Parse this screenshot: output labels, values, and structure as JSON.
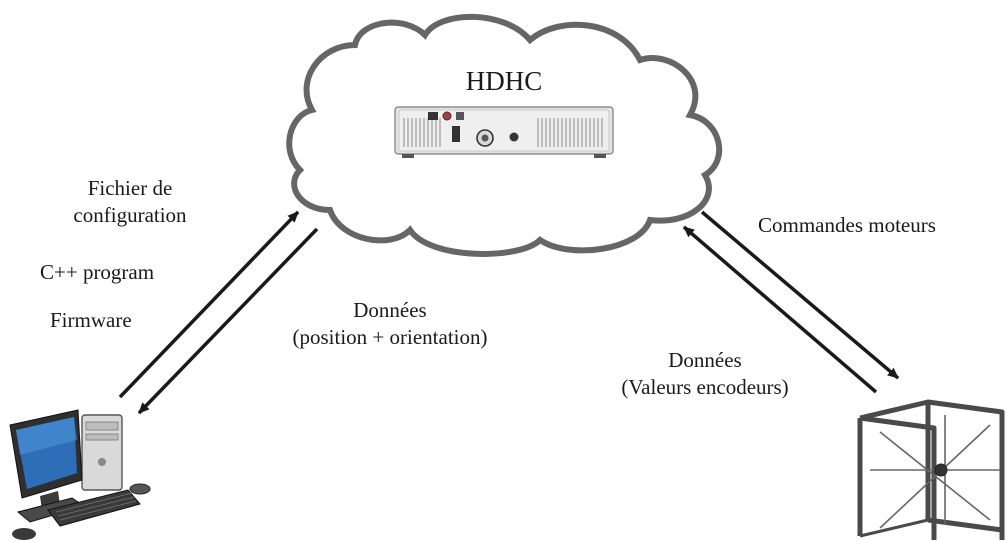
{
  "cloud": {
    "title": "HDHC"
  },
  "labels": {
    "host_uploads": [
      "Fichier de",
      "configuration",
      "C++ program",
      "Firmware"
    ],
    "host_downloads": [
      "Données",
      "(position + orientation)"
    ],
    "device_commands": "Commandes moteurs",
    "device_data": [
      "Données",
      "(Valeurs encodeurs)"
    ]
  },
  "colors": {
    "ink": "#1a1a1a",
    "cloud_stroke": "#666666",
    "device_body": "#e3e3e3",
    "monitor_screen": "#2c6fb8"
  }
}
